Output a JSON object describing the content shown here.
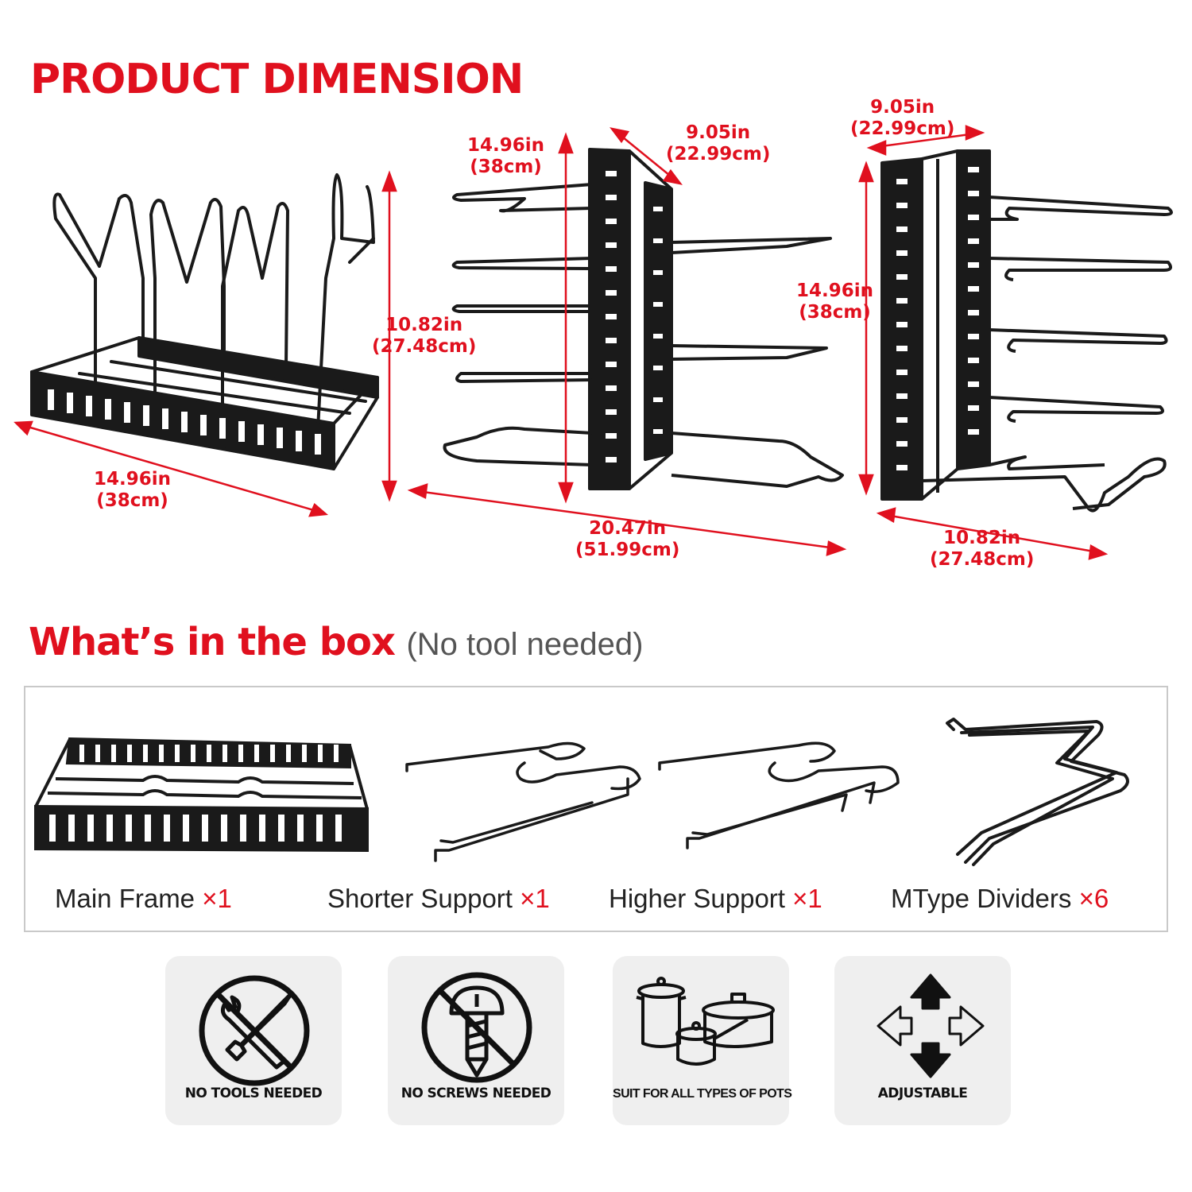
{
  "headings": {
    "dimension": "PRODUCT DIMENSION",
    "box_title": "What’s in the box",
    "box_subtitle": "(No tool needed)"
  },
  "dimensions": {
    "view1": {
      "width_in": "14.96in",
      "width_cm": "(38cm)",
      "height_in": "10.82in",
      "height_cm": "(27.48cm)"
    },
    "view2": {
      "height_in": "14.96in",
      "height_cm": "(38cm)",
      "depth_in": "9.05in",
      "depth_cm": "(22.99cm)",
      "length_in": "20.47in",
      "length_cm": "(51.99cm)"
    },
    "view3": {
      "depth_in": "9.05in",
      "depth_cm": "(22.99cm)",
      "height_in": "14.96in",
      "height_cm": "(38cm)",
      "width_in": "10.82in",
      "width_cm": "(27.48cm)"
    }
  },
  "box_items": [
    {
      "name": "Main Frame",
      "qty": "×1"
    },
    {
      "name": "Shorter Support",
      "qty": "×1"
    },
    {
      "name": "Higher Support",
      "qty": "×1"
    },
    {
      "name": "MType Dividers",
      "qty": "×6"
    }
  ],
  "features": [
    {
      "label": "NO TOOLS NEEDED",
      "icon": "no-tools-icon"
    },
    {
      "label": "NO SCREWS NEEDED",
      "icon": "no-screws-icon"
    },
    {
      "label": "SUIT FOR ALL TYPES OF POTS",
      "icon": "pots-icon"
    },
    {
      "label": "ADJUSTABLE",
      "icon": "adjustable-arrows-icon"
    }
  ],
  "colors": {
    "accent": "#e0101e",
    "metal": "#1a1a1a",
    "feature_bg": "#efefef",
    "border": "#c9c9c9"
  }
}
